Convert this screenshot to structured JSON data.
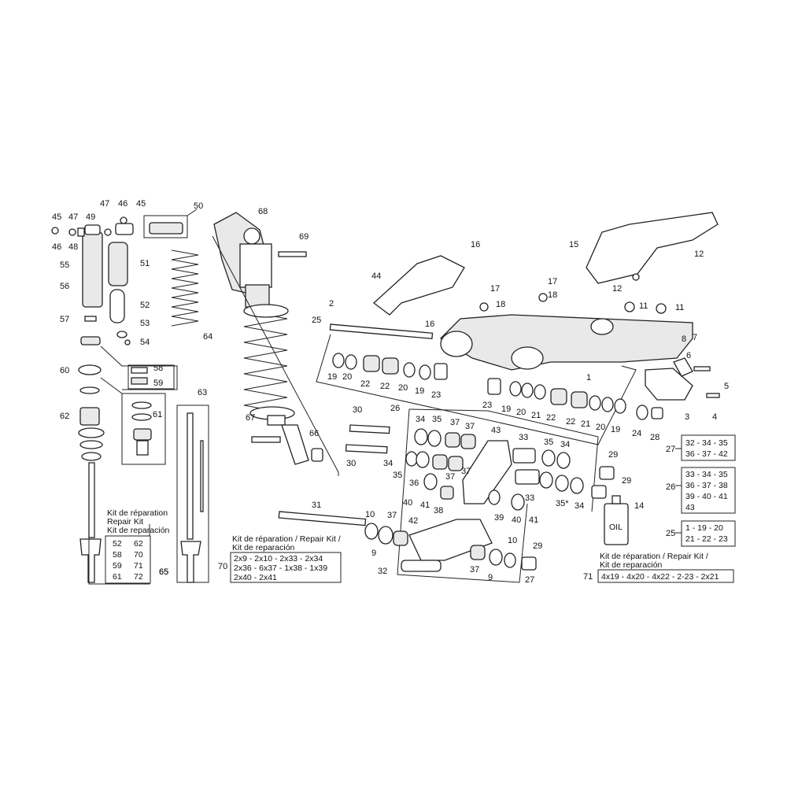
{
  "callouts": [
    "45",
    "46",
    "47",
    "48",
    "49",
    "47",
    "46",
    "45",
    "50",
    "55",
    "56",
    "51",
    "52",
    "53",
    "54",
    "57",
    "58",
    "59",
    "60",
    "61",
    "62",
    "63",
    "64",
    "65",
    "68",
    "69",
    "66",
    "67",
    "2",
    "25",
    "44",
    "16",
    "16",
    "17",
    "18",
    "17",
    "18",
    "15",
    "12",
    "12",
    "11",
    "11",
    "8",
    "7",
    "6",
    "5",
    "3",
    "4",
    "1",
    "19",
    "20",
    "22",
    "22",
    "20",
    "19",
    "23",
    "23",
    "19",
    "20",
    "21",
    "22",
    "22",
    "21",
    "20",
    "19",
    "24",
    "28",
    "30",
    "30",
    "26",
    "34",
    "35",
    "37",
    "37",
    "43",
    "33",
    "35",
    "34",
    "34",
    "35",
    "37",
    "36",
    "37",
    "40",
    "41",
    "38",
    "33",
    "35*",
    "34",
    "39",
    "40",
    "41",
    "31",
    "10",
    "37",
    "42",
    "9",
    "37",
    "9",
    "10",
    "32",
    "29",
    "29",
    "29",
    "27",
    "14"
  ],
  "shock_kit": {
    "title": "Kit de réparation",
    "subtitle": "Repair Kit",
    "subtitle2": "Kit de reparación",
    "rows": [
      [
        "52",
        "62"
      ],
      [
        "58",
        "70"
      ],
      [
        "59",
        "71"
      ],
      [
        "61",
        "72"
      ]
    ],
    "ref": "65"
  },
  "kit70": {
    "ref": "70",
    "title": "Kit de réparation / Repair Kit /",
    "subtitle": "Kit de reparación",
    "lines": [
      "2x9 - 2x10 - 2x33 - 2x34",
      "2x36 - 6x37 - 1x38 - 1x39",
      "2x40 - 2x41"
    ]
  },
  "kit71": {
    "ref": "71",
    "title": "Kit de réparation / Repair Kit /",
    "subtitle": "Kit de reparación",
    "line": "4x19 - 4x20 - 4x22 - 2-23 - 2x21"
  },
  "kit27": {
    "ref": "27",
    "lines": [
      "32 - 34 - 35",
      "36 - 37 - 42"
    ]
  },
  "kit26": {
    "ref": "26",
    "lines": [
      "33 - 34 - 35",
      "36 - 37 - 38",
      "39 - 40 - 41",
      "43"
    ]
  },
  "kit25": {
    "ref": "25",
    "lines": [
      "1 - 19 - 20",
      "21 - 22 - 23"
    ]
  },
  "oil_label": "OIL",
  "group_refs": {
    "r27": "27",
    "r26": "26"
  }
}
